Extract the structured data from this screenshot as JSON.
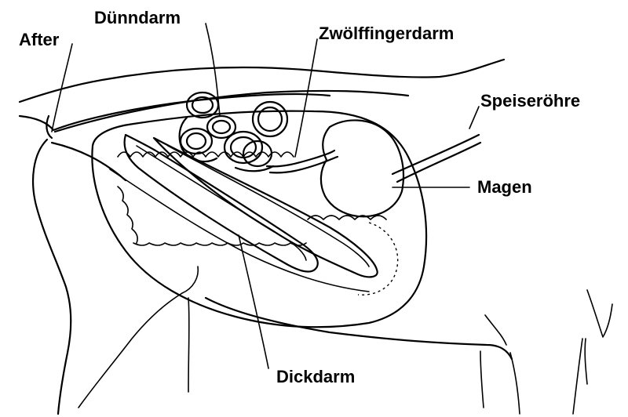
{
  "labels": {
    "after": "After",
    "duenndarm": "Dünndarm",
    "zwoelffingerdarm": "Zwölffingerdarm",
    "speiseroehre": "Speiseröhre",
    "magen": "Magen",
    "dickdarm": "Dickdarm"
  }
}
